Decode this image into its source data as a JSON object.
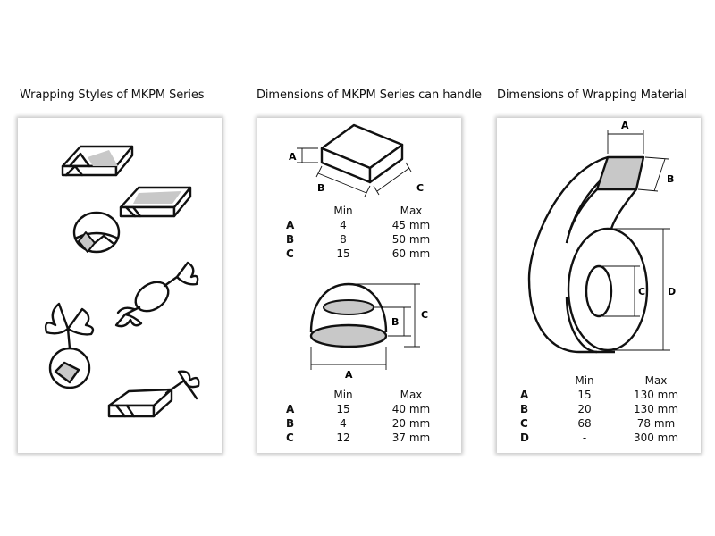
{
  "headings": {
    "wrapping_styles": "Wrapping Styles of MKPM Series",
    "dimensions_handle": "Dimensions of MKPM Series can handle",
    "dimensions_material": "Dimensions of Wrapping Material"
  },
  "box_table": {
    "header": {
      "min": "Min",
      "max": "Max"
    },
    "rows": [
      {
        "label": "A",
        "min": "4",
        "max": "45 mm"
      },
      {
        "label": "B",
        "min": "8",
        "max": "50 mm"
      },
      {
        "label": "C",
        "min": "15",
        "max": "60 mm"
      }
    ]
  },
  "dome_table": {
    "header": {
      "min": "Min",
      "max": "Max"
    },
    "rows": [
      {
        "label": "A",
        "min": "15",
        "max": "40 mm"
      },
      {
        "label": "B",
        "min": "4",
        "max": "20 mm"
      },
      {
        "label": "C",
        "min": "12",
        "max": "37 mm"
      }
    ]
  },
  "material_table": {
    "header": {
      "min": "Min",
      "max": "Max"
    },
    "rows": [
      {
        "label": "A",
        "min": "15",
        "max": "130 mm"
      },
      {
        "label": "B",
        "min": "20",
        "max": "130 mm"
      },
      {
        "label": "C",
        "min": "68",
        "max": "78 mm"
      },
      {
        "label": "D",
        "min": "-",
        "max": "300 mm"
      }
    ]
  },
  "dimension_labels": {
    "box": {
      "a": "A",
      "b": "B",
      "c": "C"
    },
    "dome": {
      "a": "A",
      "b": "B",
      "c": "C"
    },
    "roll": {
      "a": "A",
      "b": "B",
      "c": "C",
      "d": "D"
    }
  },
  "colors": {
    "shading": "#c8c8c8",
    "stroke": "#111111"
  }
}
